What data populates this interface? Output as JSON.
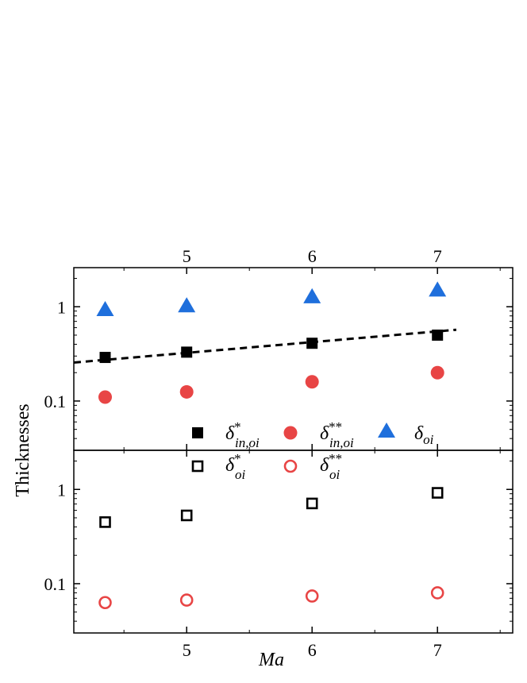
{
  "chart_data": {
    "type": "scatter",
    "xlabel": "Ma",
    "ylabel": "Thicknesses",
    "xlim": [
      4.1,
      7.6
    ],
    "x_ticks": [
      5,
      6,
      7
    ],
    "x_tick_labels": [
      "5",
      "6",
      "7"
    ],
    "panels": [
      {
        "name": "top",
        "yscale": "log",
        "ylim": [
          0.03,
          2.6
        ],
        "y_ticks": [
          1,
          0.1
        ],
        "y_tick_labels": [
          "1",
          "0.1"
        ],
        "series": [
          {
            "legend_label": "δ*in,oi",
            "marker": "square-filled",
            "color": "#000000",
            "x": [
              4.35,
              5.0,
              6.0,
              7.0
            ],
            "y": [
              0.29,
              0.33,
              0.41,
              0.5
            ]
          },
          {
            "legend_label": "δ**in,oi",
            "marker": "circle-filled",
            "color": "#e84545",
            "x": [
              4.35,
              5.0,
              6.0,
              7.0
            ],
            "y": [
              0.11,
              0.125,
              0.16,
              0.2
            ]
          },
          {
            "legend_label": "δoi",
            "marker": "triangle-filled",
            "color": "#1f6fdc",
            "x": [
              4.35,
              5.0,
              6.0,
              7.0
            ],
            "y": [
              0.93,
              1.02,
              1.27,
              1.5
            ]
          }
        ],
        "fit_line": {
          "style": "dashed",
          "color": "#000000",
          "x": [
            4.1,
            7.15
          ],
          "y": [
            0.256,
            0.57
          ]
        }
      },
      {
        "name": "bottom",
        "yscale": "log",
        "ylim": [
          0.03,
          2.6
        ],
        "y_ticks": [
          1,
          0.1
        ],
        "y_tick_labels": [
          "1",
          "0.1"
        ],
        "series": [
          {
            "legend_label": "δ*oi",
            "marker": "square-open",
            "color": "#000000",
            "x": [
              4.35,
              5.0,
              6.0,
              7.0
            ],
            "y": [
              0.45,
              0.53,
              0.71,
              0.92
            ]
          },
          {
            "legend_label": "δ**oi",
            "marker": "circle-open",
            "color": "#e84545",
            "x": [
              4.35,
              5.0,
              6.0,
              7.0
            ],
            "y": [
              0.063,
              0.067,
              0.074,
              0.08
            ]
          }
        ]
      }
    ],
    "legend": {
      "placement": "bottom of top panel / top of bottom panel",
      "entries": [
        {
          "base": "δ",
          "sup": "*",
          "sub": "in,oi",
          "marker": "square-filled",
          "color": "#000000"
        },
        {
          "base": "δ",
          "sup": "**",
          "sub": "in,oi",
          "marker": "circle-filled",
          "color": "#e84545"
        },
        {
          "base": "δ",
          "sup": "",
          "sub": "oi",
          "marker": "triangle-filled",
          "color": "#1f6fdc"
        },
        {
          "base": "δ",
          "sup": "*",
          "sub": "oi",
          "marker": "square-open",
          "color": "#000000"
        },
        {
          "base": "δ",
          "sup": "**",
          "sub": "oi",
          "marker": "circle-open",
          "color": "#e84545"
        }
      ]
    }
  }
}
